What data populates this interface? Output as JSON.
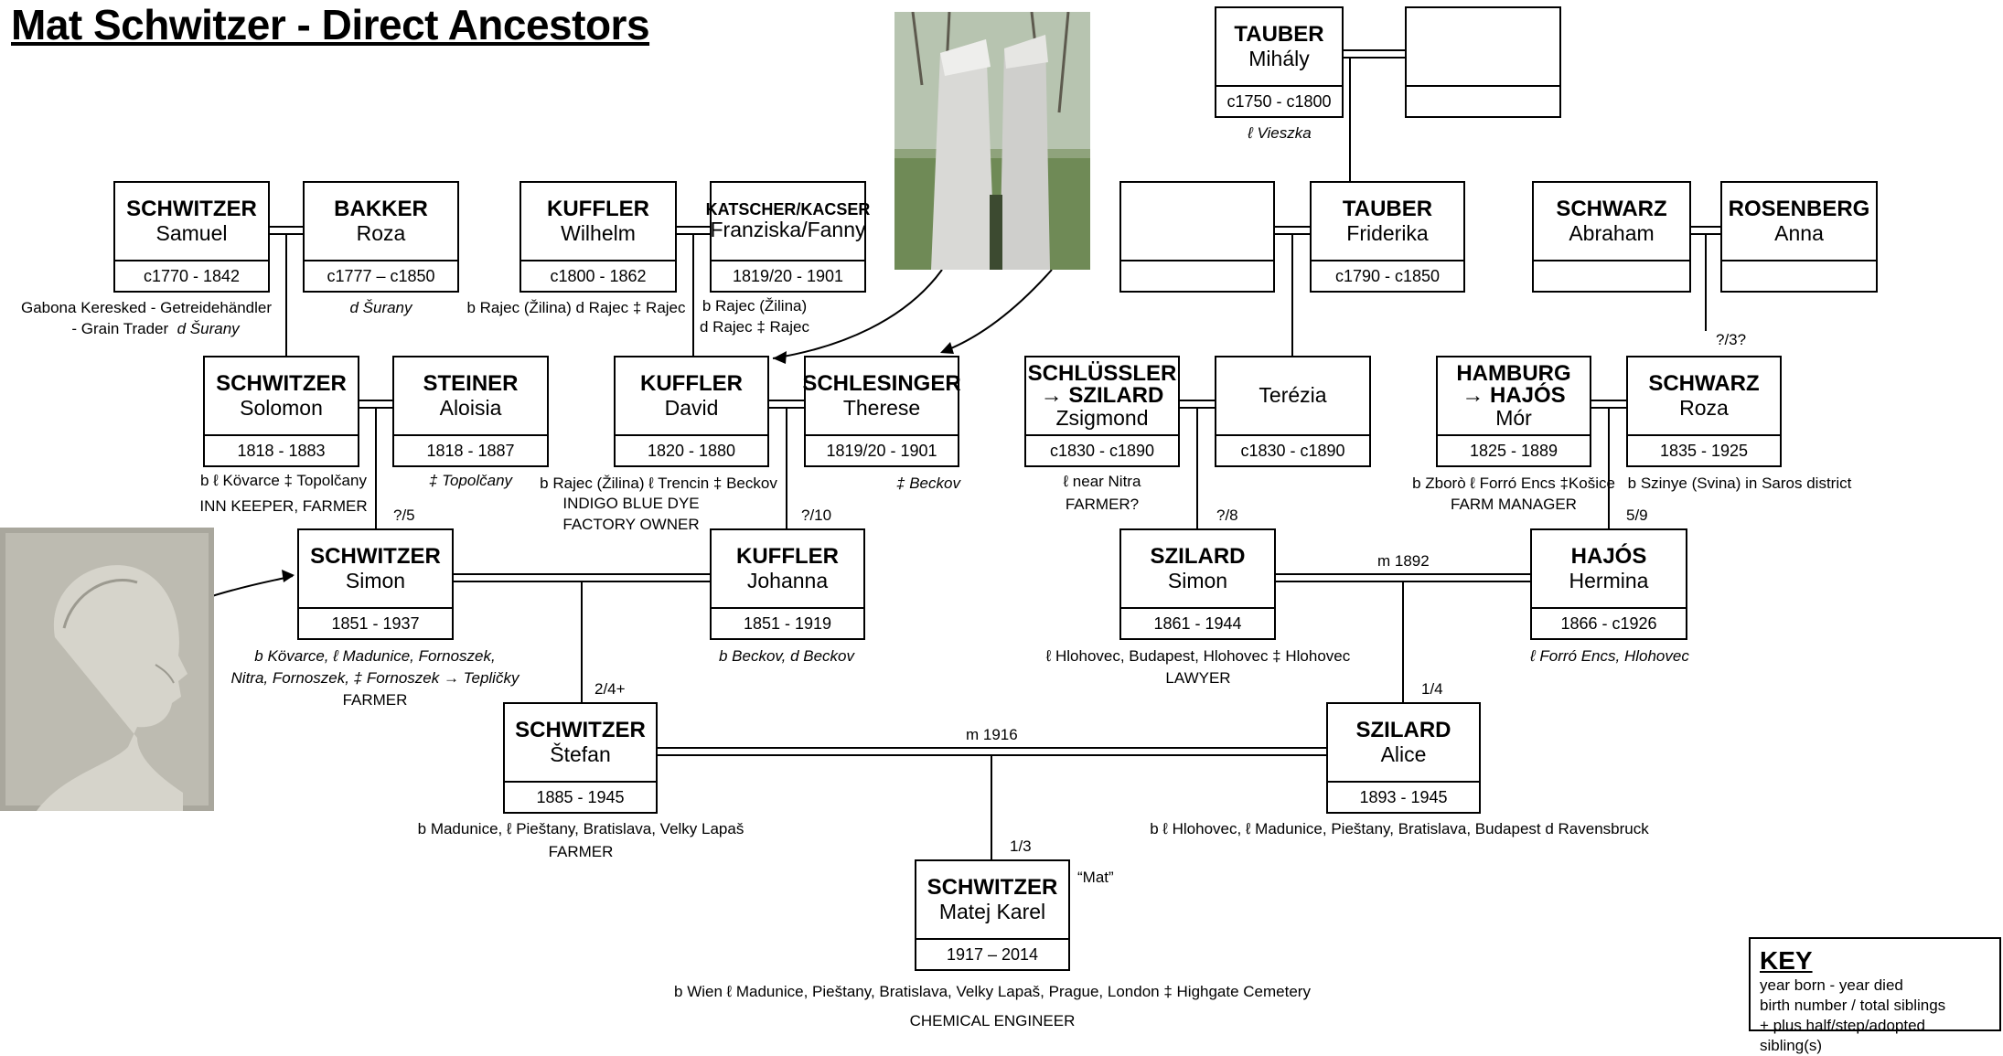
{
  "title": "Mat Schwitzer - Direct Ancestors",
  "people": {
    "tauber_mihaly": {
      "surname": "TAUBER",
      "given": "Mihály",
      "dates": "c1750 - c1800"
    },
    "schwitzer_samuel": {
      "surname": "SCHWITZER",
      "given": "Samuel",
      "dates": "c1770 - 1842"
    },
    "bakker_roza": {
      "surname": "BAKKER",
      "given": "Roza",
      "dates": "c1777 – c1850"
    },
    "kuffler_wilhelm": {
      "surname": "KUFFLER",
      "given": "Wilhelm",
      "dates": "c1800 - 1862"
    },
    "katscher_franziska": {
      "surname": "KATSCHER/KACSER",
      "given": "Franziska/Fanny",
      "dates": "1819/20 - 1901"
    },
    "tauber_friderika": {
      "surname": "TAUBER",
      "given": "Friderika",
      "dates": "c1790 - c1850"
    },
    "schwarz_abraham": {
      "surname": "SCHWARZ",
      "given": "Abraham",
      "dates": ""
    },
    "rosenberg_anna": {
      "surname": "ROSENBERG",
      "given": "Anna",
      "dates": ""
    },
    "schwitzer_solomon": {
      "surname": "SCHWITZER",
      "given": "Solomon",
      "dates": "1818 - 1883"
    },
    "steiner_aloisia": {
      "surname": "STEINER",
      "given": "Aloisia",
      "dates": "1818 - 1887"
    },
    "kuffler_david": {
      "surname": "KUFFLER",
      "given": "David",
      "dates": "1820 - 1880"
    },
    "schlesinger_therese": {
      "surname": "SCHLESINGER",
      "given": "Therese",
      "dates": "1819/20 - 1901"
    },
    "szilard_zsigmond": {
      "surname": "SCHLÜSSLER",
      "surname2": "→ SZILARD",
      "given": "Zsigmond",
      "dates": "c1830 - c1890"
    },
    "terezia": {
      "surname": "",
      "given": "Terézia",
      "dates": "c1830 - c1890"
    },
    "hajos_mor": {
      "surname": "HAMBURG",
      "surname2": "→ HAJÓS",
      "given": "Mór",
      "dates": "1825 - 1889"
    },
    "schwarz_roza": {
      "surname": "SCHWARZ",
      "given": "Roza",
      "dates": "1835 - 1925"
    },
    "schwitzer_simon": {
      "surname": "SCHWITZER",
      "given": "Simon",
      "dates": "1851 - 1937"
    },
    "kuffler_johanna": {
      "surname": "KUFFLER",
      "given": "Johanna",
      "dates": "1851 - 1919"
    },
    "szilard_simon": {
      "surname": "SZILARD",
      "given": "Simon",
      "dates": "1861 - 1944"
    },
    "hajos_hermina": {
      "surname": "HAJÓS",
      "given": "Hermina",
      "dates": "1866 - c1926"
    },
    "schwitzer_stefan": {
      "surname": "SCHWITZER",
      "given": "Štefan",
      "dates": "1885 - 1945"
    },
    "szilard_alice": {
      "surname": "SZILARD",
      "given": "Alice",
      "dates": "1893 - 1945"
    },
    "schwitzer_matej": {
      "surname": "SCHWITZER",
      "given": "Matej Karel",
      "dates": "1917 – 2014"
    }
  },
  "notes": {
    "tauber_mihaly": "ℓ Vieszka",
    "samuel_1": "Gabona Keresked - Getreidehändler",
    "samuel_2": "- Grain Trader",
    "samuel_3": "d Šurany",
    "bakker": "d Šurany",
    "wilhelm": "b Rajec (Žilina) d Rajec ‡ Rajec",
    "franziska_1": "b Rajec (Žilina)",
    "franziska_2": "d Rajec ‡ Rajec",
    "solomon_1": "b ℓ Kövarce ‡ Topolčany",
    "solomon_2": "INN KEEPER, FARMER",
    "aloisia": "‡ Topolčany",
    "david_1": "b Rajec (Žilina) ℓ Trencin ‡ Beckov",
    "david_2": "INDIGO BLUE DYE",
    "david_3": "FACTORY OWNER",
    "therese": "‡ Beckov",
    "zsigmond_1": "ℓ near Nitra",
    "zsigmond_2": "FARMER?",
    "mor_1": "b Zborò ℓ Forró Encs ‡Košice",
    "mor_2": "FARM MANAGER",
    "roza_schwarz": "b Szinye (Svina) in Saros district",
    "simon_1": "b Kövarce, ℓ Madunice, Fornoszek,",
    "simon_2": "Nitra, Fornoszek, ‡ Fornoszek → Tepličky",
    "simon_3": "FARMER",
    "johanna": "b Beckov, d Beckov",
    "szilard_simon_1": "ℓ Hlohovec, Budapest, Hlohovec  ‡ Hlohovec",
    "szilard_simon_2": "LAWYER",
    "hermina": "ℓ Forró Encs, Hlohovec",
    "stefan_1": "b Madunice, ℓ Pieštany, Bratislava, Velky Lapaš",
    "stefan_2": "FARMER",
    "alice": "b ℓ Hlohovec, ℓ Madunice, Pieštany, Bratislava, Budapest  d Ravensbruck",
    "matej_1": "b Wien  ℓ Madunice, Pieštany, Bratislava, Velky Lapaš, Prague, London ‡ Highgate Cemetery",
    "matej_2": "CHEMICAL ENGINEER",
    "mat_nickname": "“Mat”"
  },
  "labels": {
    "roza_sib": "?/3?",
    "simon_sib": "?/5",
    "johanna_sib": "?/10",
    "szilard_simon_sib": "?/8",
    "hermina_sib": "5/9",
    "marriage_1892": "m 1892",
    "stefan_sib": "2/4+",
    "alice_sib": "1/4",
    "marriage_1916": "m 1916",
    "matej_sib": "1/3"
  },
  "key": {
    "title": "KEY",
    "line1": "year born - year died",
    "line2": "birth number / total siblings",
    "line3": "+ plus half/step/adopted sibling(s)"
  }
}
